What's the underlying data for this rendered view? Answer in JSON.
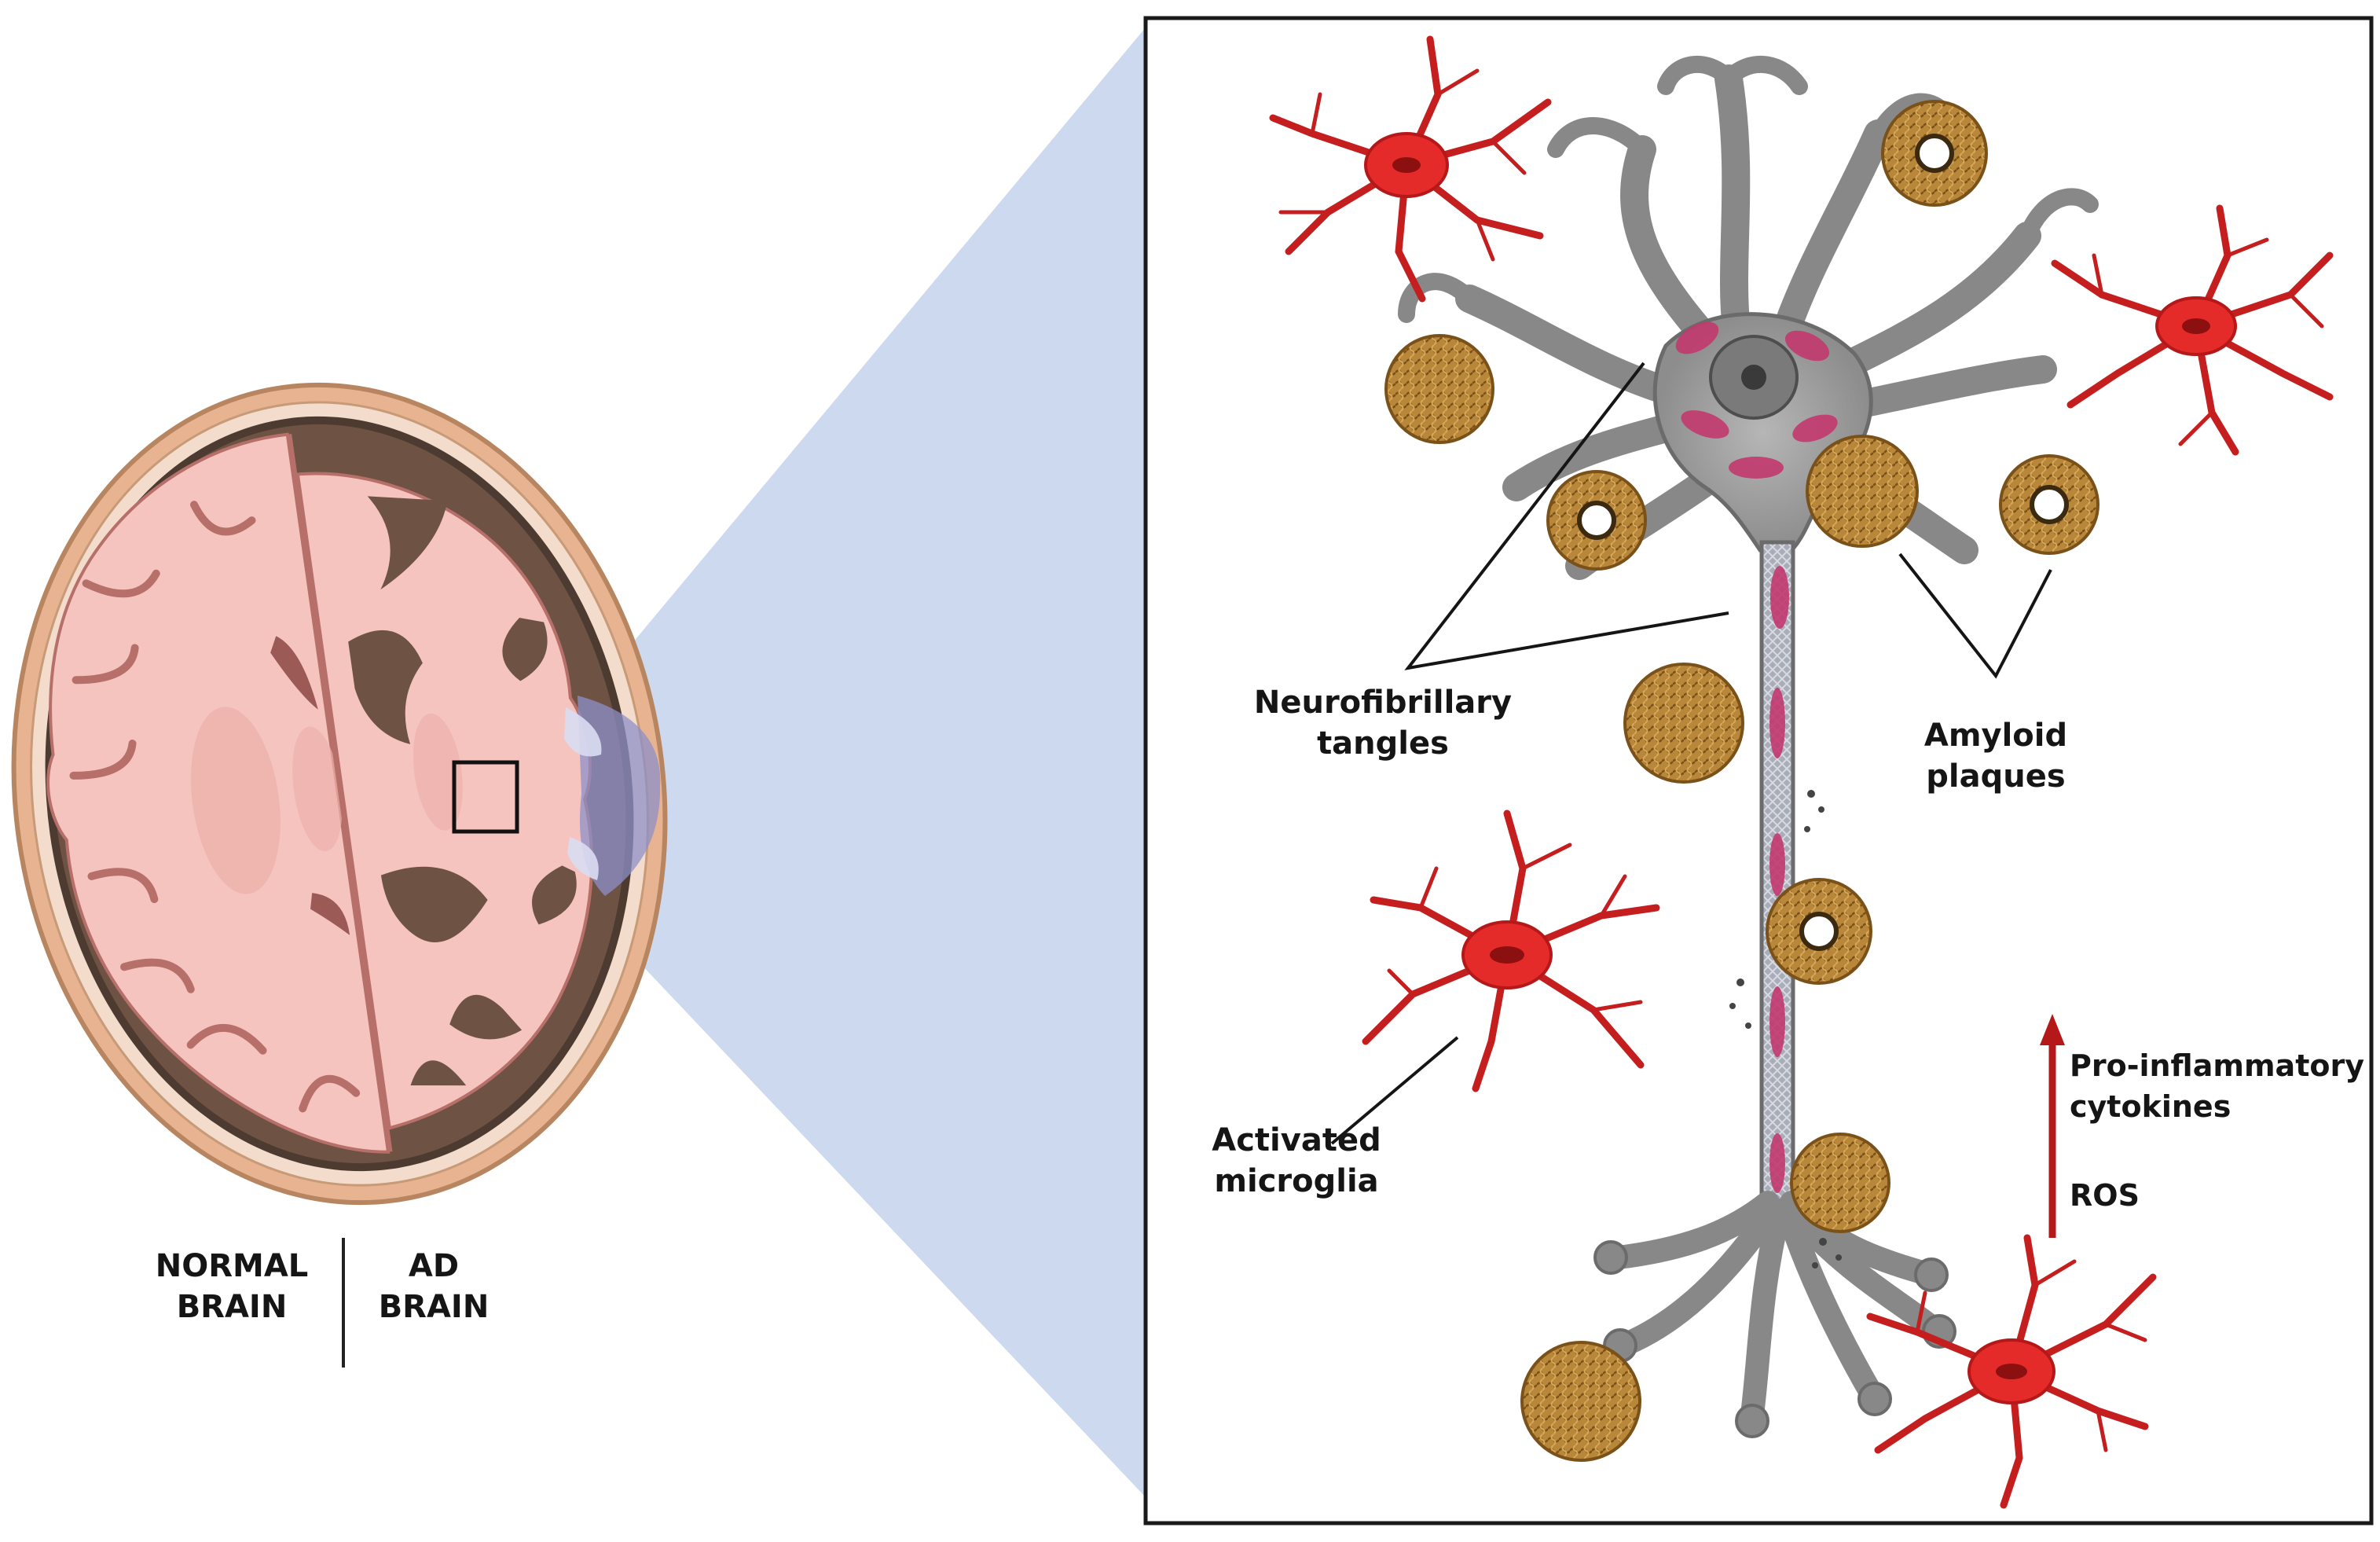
{
  "brain": {
    "left_label": [
      "NORMAL",
      "BRAIN"
    ],
    "right_label": [
      "AD",
      "BRAIN"
    ]
  },
  "callouts": {
    "tangles": [
      "Neurofibrillary",
      "tangles"
    ],
    "plaques": [
      "Amyloid",
      "plaques"
    ],
    "microglia": [
      "Activated",
      "microglia"
    ],
    "cytokines": [
      "Pro-inflammatory",
      "cytokines"
    ],
    "ros": "ROS"
  },
  "colors": {
    "normal_tissue": "#f6c4bf",
    "atrophy": "#6e5243",
    "skull": "#e8b391",
    "zoom_wedge": "#c7d5ec",
    "neuron": "#9a9a9a",
    "tangle": "#c2386e",
    "plaque": "#b07d2c",
    "microglia": "#e52a2a",
    "arrow": "#b51818"
  }
}
